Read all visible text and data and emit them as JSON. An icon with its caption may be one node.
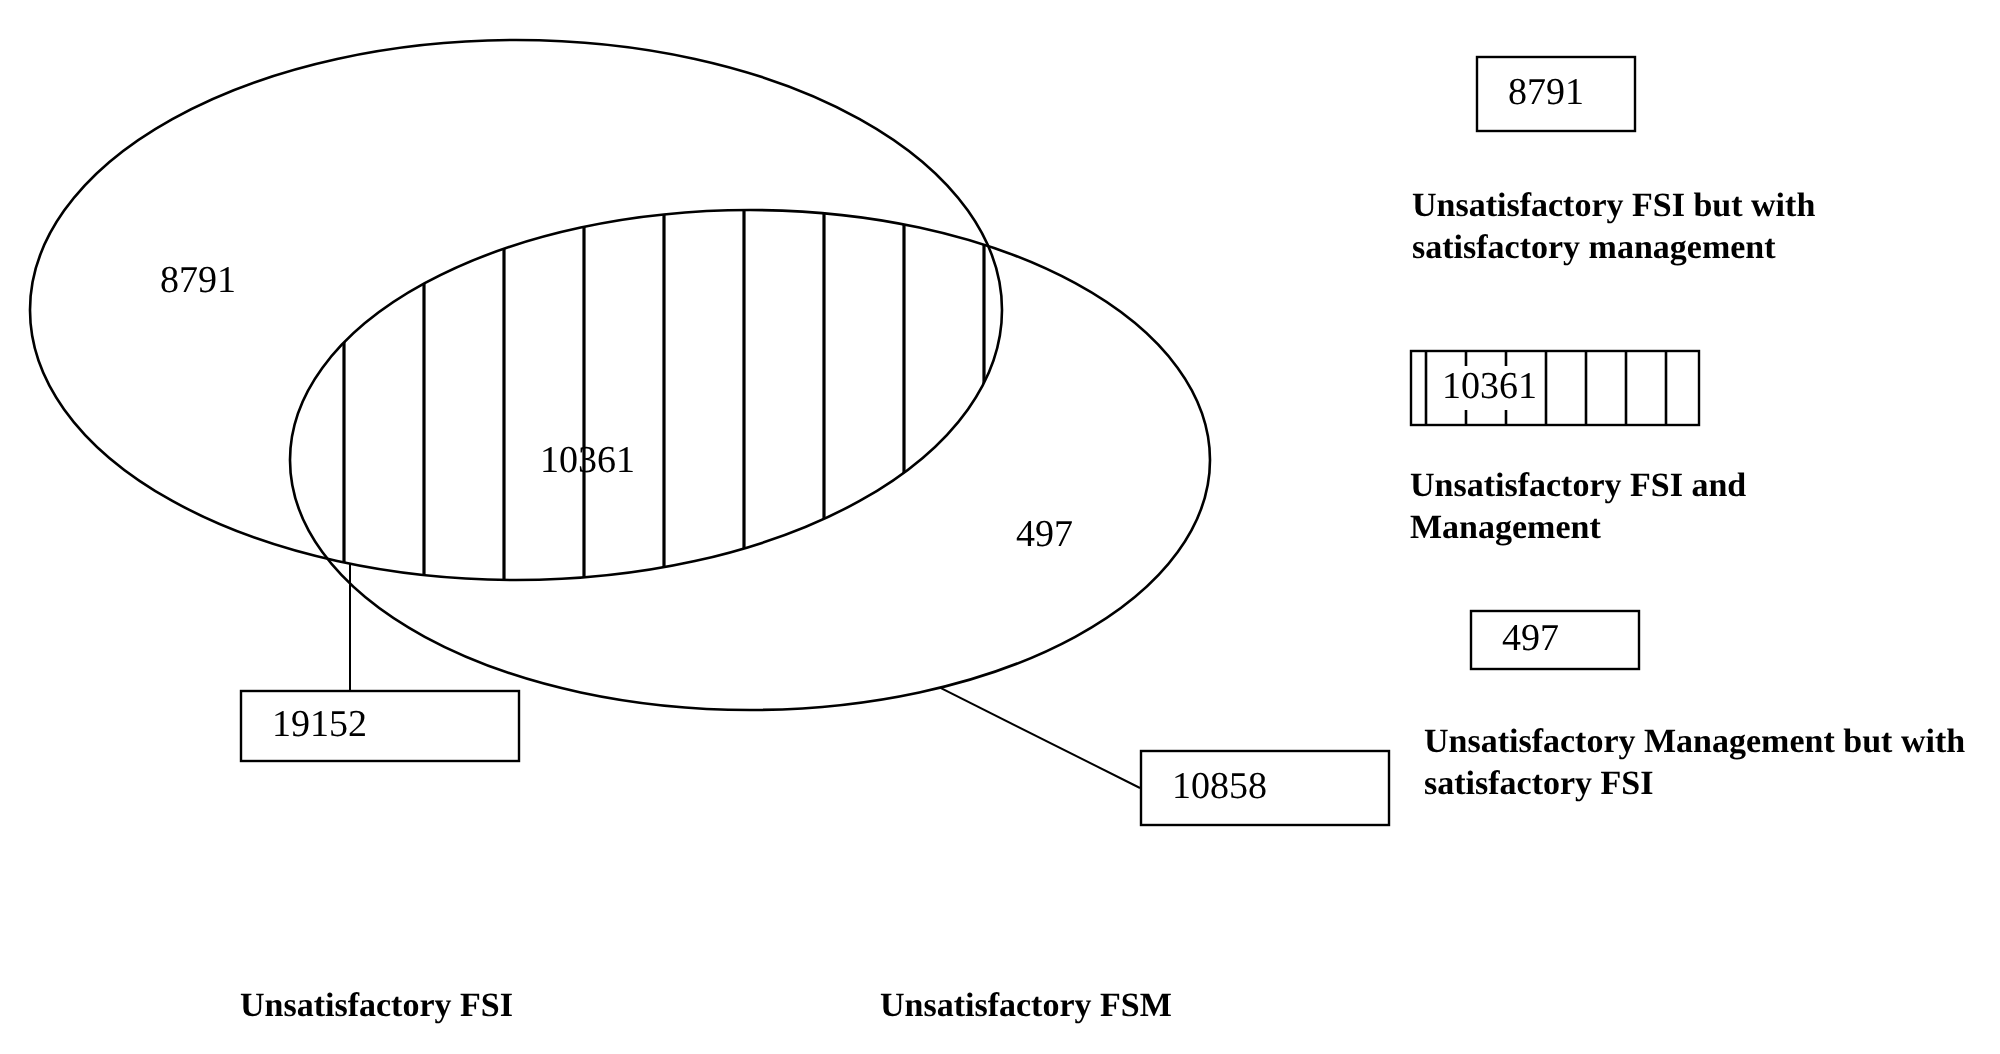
{
  "diagram": {
    "nodes": [
      {
        "text": [
          "8791"
        ]
      },
      {
        "text": [
          "10361"
        ]
      },
      {
        "text": [
          "497"
        ]
      },
      {
        "text": [
          "19152"
        ]
      },
      {
        "text": [
          "10858"
        ]
      },
      {
        "text": [
          "8791"
        ]
      },
      {
        "text": [
          "10361"
        ]
      },
      {
        "text": [
          "497"
        ]
      }
    ],
    "edges": [
      {
        "from": 0,
        "to": 3,
        "arrow": "none"
      },
      {
        "from": 2,
        "to": 4,
        "arrow": "none"
      }
    ],
    "labels": [
      "Unsatisfactory FSI but with satisfactory management",
      "Unsatisfactory FSI and Management",
      "Unsatisfactory Management but with satisfactory FSI",
      "Unsatisfactory FSI",
      "Unsatisfactory FSM"
    ]
  }
}
